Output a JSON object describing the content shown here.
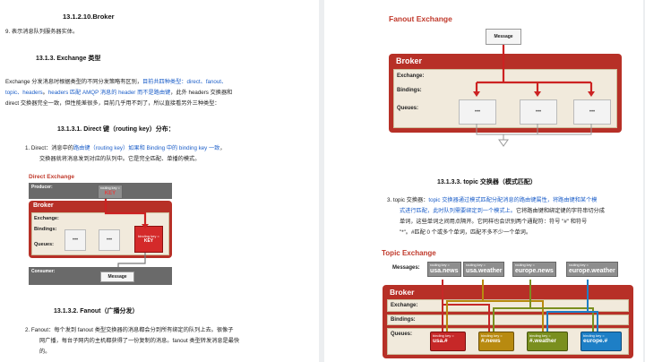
{
  "left_page": {
    "heading_broker": "13.1.2.10.Broker",
    "item9": "9.   表示消息队列服务器实体。",
    "section_exchange": "13.1.3.      Exchange 类型",
    "para_line1_a": "Exchange 分发消息时根据类型的不同分发策略有区别，",
    "para_line1_b": "目前共四种类型：direct、fanout、",
    "para_line2_a": "topic、headers",
    "para_line2_b": "。",
    "para_line2_c": "headers 匹配 AMQP 消息的 header 而不是路由键",
    "para_line2_d": "，此外 headers 交换器和",
    "para_line3": "direct 交换器完全一致，但性能差很多，目前几乎用不到了，所以直接看另外三种类型：",
    "section_direct": "13.1.3.1.  Direct 键（routing key）分布：",
    "direct_l1_a": "1.   Direct：消息中的",
    "direct_l1_b": "路由键（routing key）如果和 Binding 中的 binding key 一致",
    "direct_l1_c": "，",
    "direct_l2": "交换器就将消息发到对应的队列中。它是完全匹配、单播的模式。",
    "section_fanout": "13.1.3.2.   Fanout（广播分发）",
    "fanout_l1": "2.   Fanout：每个发到 fanout 类型交换器的消息都会分到所有绑定的队列上去。很像子",
    "fanout_l2": "网广播，每台子网内的主机都获得了一份复制的消息。fanout 类型转发消息是最快",
    "fanout_l3": "的。",
    "direct_fig": {
      "title": "Direct Exchange",
      "producer": "Producer:",
      "rk_small": "routing key =",
      "rk_key": "KEY",
      "broker": "Broker",
      "exchange": "Exchange:",
      "bindings": "Bindings:",
      "queues": "Queues:",
      "dots": "•••",
      "bk_small": "binding key =",
      "bk_key": "KEY",
      "consumer": "Consumer:",
      "message": "Message"
    }
  },
  "right_page": {
    "fanout_fig": {
      "title": "Fanout Exchange",
      "message": "Message",
      "broker": "Broker",
      "exchange": "Exchange:",
      "bindings": "Bindings:",
      "queues": "Queues:",
      "dots": "•••"
    },
    "section_topic": "13.1.3.3.        topic 交换器（模式匹配）",
    "topic_l1_a": "3.   topic 交换器：",
    "topic_l1_b": "topic 交换器通过模式匹配分配消息的路由键属性，将路由键和某个模",
    "topic_l2_a": "式进行匹配，此时队列需要绑定到一个模式上。",
    "topic_l2_b": "它将路由键和绑定键的字符串切分成",
    "topic_l3": "单词，这些单词之间用点隔开。它同样也会识别两个通配符：符号 \"#\" 和符号",
    "topic_l4": "\"*\"。#匹配 0 个或多个单词，匹配不多不少一个单词。",
    "topic_fig": {
      "title": "Topic Exchange",
      "messages": "Messages:",
      "rk_small": "routing key =",
      "rk1": "usa.news",
      "rk2": "usa.weather",
      "rk3": "europe.news",
      "rk4": "europe.weather",
      "broker": "Broker",
      "exchange": "Exchange:",
      "bindings": "Bindings:",
      "queues": "Queues:",
      "bk_small": "binding key =",
      "bk1": "usa.#",
      "bk2": "#.news",
      "bk3": "#.weather",
      "bk4": "europe.#"
    }
  },
  "colors": {
    "broker_red": "#b73027",
    "link_blue": "#1d5fc9",
    "title_red": "#c0392b",
    "usa_red": "#c62828",
    "news_gold": "#b88a10",
    "weather_green": "#7a8f1f",
    "europe_blue": "#1e7fc6"
  }
}
